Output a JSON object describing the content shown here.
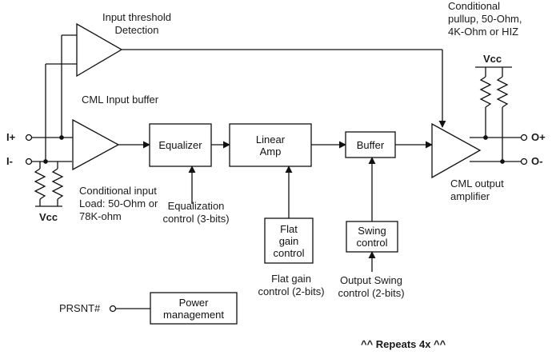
{
  "labels": {
    "input_threshold": [
      "Input threshold",
      "Detection"
    ],
    "cml_input_buffer": "CML Input buffer",
    "conditional_pullup": [
      "Conditional",
      "pullup, 50-Ohm,",
      "4K-Ohm or HIZ"
    ],
    "vcc_right": "Vcc",
    "vcc_left": "Vcc",
    "conditional_input_load": [
      "Conditional input",
      "Load: 50-Ohm or",
      "78K-ohm"
    ],
    "equalization_control": [
      "Equalization",
      "control (3-bits)"
    ],
    "flat_gain_control": [
      "Flat gain",
      "control (2-bits)"
    ],
    "output_swing_control": [
      "Output Swing",
      "control (2-bits)"
    ],
    "cml_output_amplifier": [
      "CML output",
      "amplifier"
    ],
    "repeats": "^^ Repeats 4x ^^"
  },
  "blocks": {
    "equalizer": [
      "Equalizer"
    ],
    "linear_amp": [
      "Linear",
      "Amp"
    ],
    "buffer": [
      "Buffer"
    ],
    "flat_gain": [
      "Flat",
      "gain",
      "control"
    ],
    "swing_control": [
      "Swing",
      "control"
    ],
    "power_management": [
      "Power",
      "management"
    ]
  },
  "pins": {
    "in_p": "I+",
    "in_n": "I-",
    "out_p": "O+",
    "out_n": "O-",
    "prsnt": "PRSNT#"
  }
}
